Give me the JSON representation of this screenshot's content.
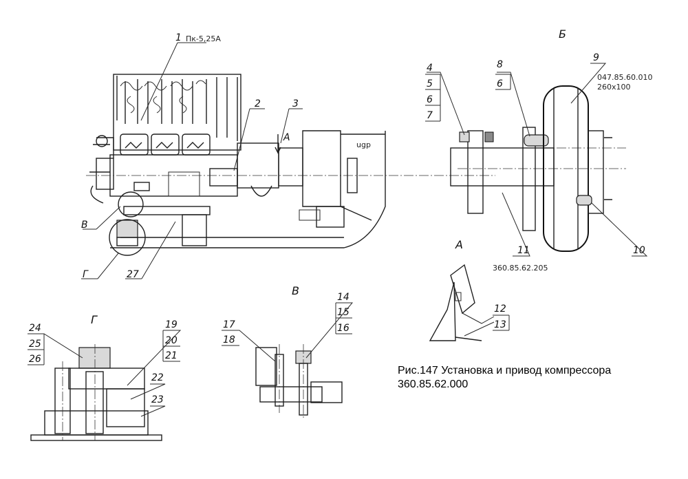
{
  "views": {
    "b": "Б",
    "a": "А",
    "v": "В",
    "g": "Г"
  },
  "labels": {
    "l1": "1",
    "compressor_model": "Пк-5,25А",
    "l2": "2",
    "l3": "3",
    "arrow_a": "А",
    "marker_b": "Б",
    "l4": "4",
    "l5": "5",
    "l6": "6",
    "l7": "7",
    "l8": "8",
    "l6b": "6",
    "l9": "9",
    "pulley_code": "047.85.60.010",
    "pulley_size": "260x100",
    "l10": "10",
    "l11": "11",
    "shaft_code": "360.85.62.205",
    "l12": "12",
    "l13": "13",
    "l14": "14",
    "l15": "15",
    "l16": "16",
    "l17": "17",
    "l18": "18",
    "l19": "19",
    "l20": "20",
    "l21": "21",
    "l22": "22",
    "l23": "23",
    "l24": "24",
    "l25": "25",
    "l26": "26",
    "l27": "27",
    "callout_v": "В",
    "callout_g": "Г",
    "stamp": "ugp"
  },
  "caption": {
    "line1": "Рис.147 Установка и привод компрессора",
    "line2": "360.85.62.000"
  }
}
